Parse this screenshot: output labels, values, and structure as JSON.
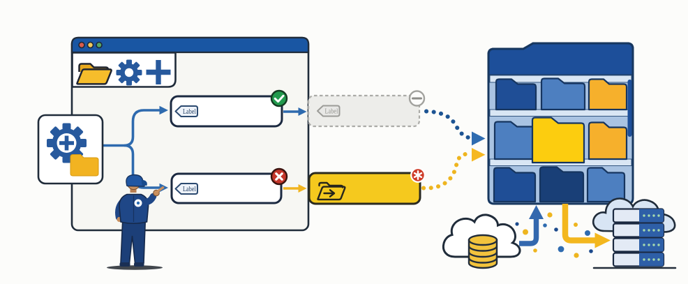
{
  "labels": {
    "row1_tag": "Label",
    "row2_tag": "Label",
    "removed_tag": "Label"
  },
  "browser_window": {
    "titlebar_buttons": [
      "close-button",
      "minimize-button",
      "zoom-button"
    ],
    "titlebar_button_colors": [
      "#d95c4c",
      "#f0c95c",
      "#57a766"
    ],
    "toolbar_icons": [
      "open-folder-icon",
      "gear-icon",
      "add-icon"
    ]
  },
  "source_card": {
    "icons": [
      "gear-add-icon",
      "folder-icon"
    ]
  },
  "rule_rows": [
    {
      "tag": "Label",
      "status_icon": "check-badge",
      "status_color": "#229a4d",
      "arrow_out": "blue"
    },
    {
      "tag": "Label",
      "status_icon": "cross-badge",
      "status_color": "#c5372b",
      "arrow_out": "yellow"
    }
  ],
  "removed_item": {
    "tag": "Label",
    "status_icon": "minus-badge",
    "style": "dashed-disabled"
  },
  "moved_item": {
    "icon": "folder-move-icon",
    "status_icon": "asterisk-badge",
    "style": "yellow-highlight"
  },
  "archive_cabinet": {
    "shelves": [
      {
        "folders": [
          "navy",
          "blue",
          "amber"
        ]
      },
      {
        "folders": [
          "blue",
          "yellow",
          "amber"
        ]
      },
      {
        "folders": [
          "navy",
          "dark-navy",
          "blue"
        ]
      }
    ]
  },
  "storage": {
    "cloud_database": {
      "icons": [
        "cloud-icon",
        "database-icon"
      ],
      "disk_count": 4
    },
    "server_rack": {
      "unit_count": 4,
      "leds_per_unit": 4
    },
    "arrows": [
      "up-arrow-blue",
      "bent-arrow-yellow"
    ]
  },
  "worker": {
    "icons": [
      "worker-figure",
      "cap-icon",
      "badge-icon"
    ]
  },
  "colors": {
    "bg": "#fcfcfa",
    "ink": "#202c3a",
    "winFill": "#f7f7f3",
    "titlebar": "#1956a3",
    "gearBlue": "#27599d",
    "connector": "#2e6aae",
    "dotBlue": "#1d5493",
    "blueMid": "#2f6cb0",
    "navyDot": "#1c4a8c",
    "folderNavy": "#1f4e96",
    "folderBlue": "#4d7fc0",
    "folderDarkNavy": "#193f77",
    "amber": "#f6b02c",
    "brightYellow": "#fccd0f",
    "boxYellow": "#f5c91e",
    "arrowYellow": "#f1b41f",
    "dotYellow": "#eeb51f",
    "cabinetBody": "#a9c3e2",
    "cabinetStrip": "#d9e6f4",
    "cabinetInk": "#17375f",
    "cabinetHeader": "#1d4f9a",
    "greyFill": "#ededea",
    "greyLine": "#ababa7",
    "greyText": "#92928d",
    "green": "#229a4d",
    "red": "#c5372b",
    "red2": "#ce3b27",
    "skin": "#c9905f",
    "personBody": "#1f4787",
    "personPants": "#1c3f78",
    "cap": "#2157a3",
    "serverLight": "#e3eaf5",
    "serverDark": "#2e5fa7",
    "led": "#a5d9ae",
    "serverCloud": "#d8e5f4",
    "dbYellow": "#f2c33d",
    "tagFill": "#eef3fa",
    "tagLine": "#2c4a70",
    "tagText": "#1e3a5e",
    "folderIconYellow": "#f6bd2b",
    "folderIconDark": "#e7a81e",
    "cardFolder": "#f2b321"
  }
}
